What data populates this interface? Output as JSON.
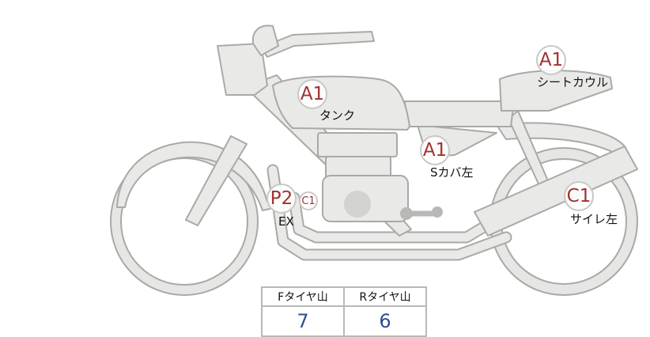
{
  "parts": [
    {
      "id": "tank",
      "grade": "A1",
      "label": "タンク"
    },
    {
      "id": "seat-cowl",
      "grade": "A1",
      "label": "シートカウル"
    },
    {
      "id": "side-cover-left",
      "grade": "A1",
      "label": "Sカバ左"
    },
    {
      "id": "silencer-left",
      "grade": "C1",
      "label": "サイレ左"
    },
    {
      "id": "exhaust",
      "grade": "P2",
      "sub_grade": "C1",
      "label": "EX"
    }
  ],
  "tyre_table": {
    "headers": [
      "Fタイヤ山",
      "Rタイヤ山"
    ],
    "values": [
      "7",
      "6"
    ]
  },
  "colors": {
    "grade_text": "#a03232",
    "tread_value": "#2d4f8f",
    "bike_fill": "#e9e9e7",
    "bike_outline": "#a9a9a6"
  }
}
